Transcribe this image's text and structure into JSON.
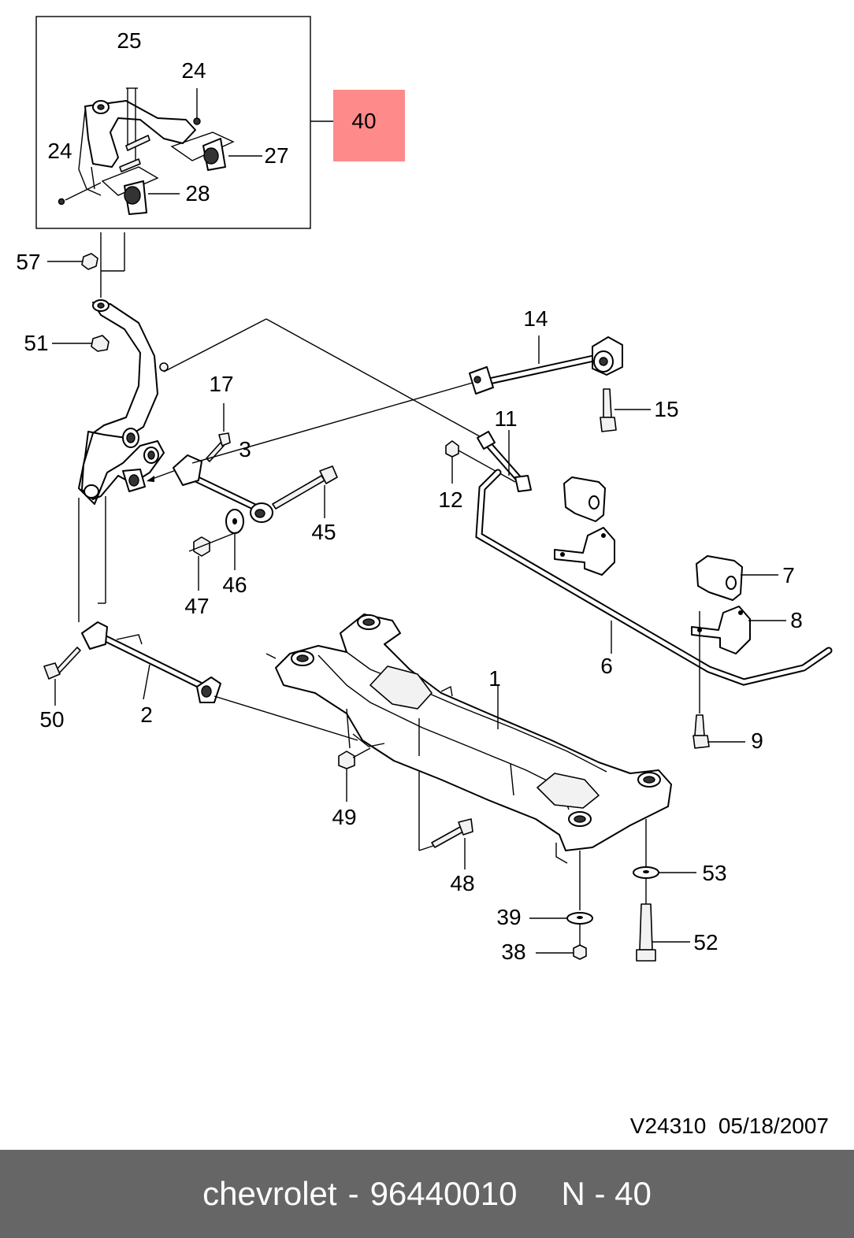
{
  "drawing": {
    "reference": "V24310  05/18/2007",
    "highlight_color": "#ff8a8a",
    "footer_color": "#666666"
  },
  "footer": {
    "brand": "chevrolet",
    "separator": "-",
    "part_number": "96440010",
    "ref_label": "N - 40"
  },
  "callouts": [
    "25",
    "24",
    "24",
    "27",
    "28",
    "40",
    "57",
    "51",
    "14",
    "17",
    "15",
    "11",
    "3",
    "12",
    "45",
    "46",
    "47",
    "7",
    "8",
    "6",
    "1",
    "50",
    "2",
    "9",
    "49",
    "48",
    "53",
    "39",
    "52",
    "38"
  ]
}
